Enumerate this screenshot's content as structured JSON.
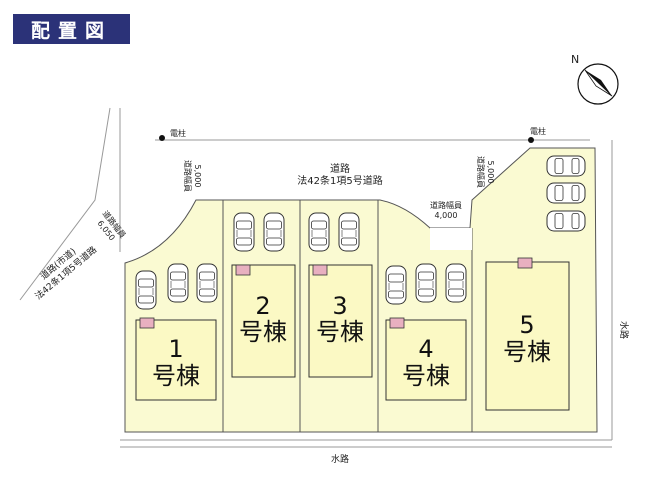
{
  "title": "配置図",
  "compass": {
    "label": "N",
    "icon": "north-arrow-icon"
  },
  "labels": {
    "utility_pole_left": "電柱",
    "utility_pole_right": "電柱",
    "road_main_line1": "道路",
    "road_main_line2": "法42条1項5号道路",
    "road_width_left_line1": "道路幅員",
    "road_width_left_line2": "5,000",
    "road_width_right_line1": "道路幅員",
    "road_width_right_line2": "5,000",
    "road_width_mid_line1": "道路幅員",
    "road_width_mid_line2": "4,000",
    "road_width_diag_line1": "道路幅員",
    "road_width_diag_line2": "6,050",
    "city_road_line1": "道路(市道)",
    "city_road_line2": "法42条1項5号道路",
    "waterway_bottom": "水路",
    "waterway_right": "水路"
  },
  "buildings": [
    {
      "num": "1",
      "name": "号棟"
    },
    {
      "num": "2",
      "name": "号棟"
    },
    {
      "num": "3",
      "name": "号棟"
    },
    {
      "num": "4",
      "name": "号棟"
    },
    {
      "num": "5",
      "name": "号棟"
    }
  ],
  "colors": {
    "lot_fill": "#fafad2",
    "building_fill": "#fbf9c4",
    "title_bg": "#2b3278",
    "marker": "#e8b0c0"
  }
}
